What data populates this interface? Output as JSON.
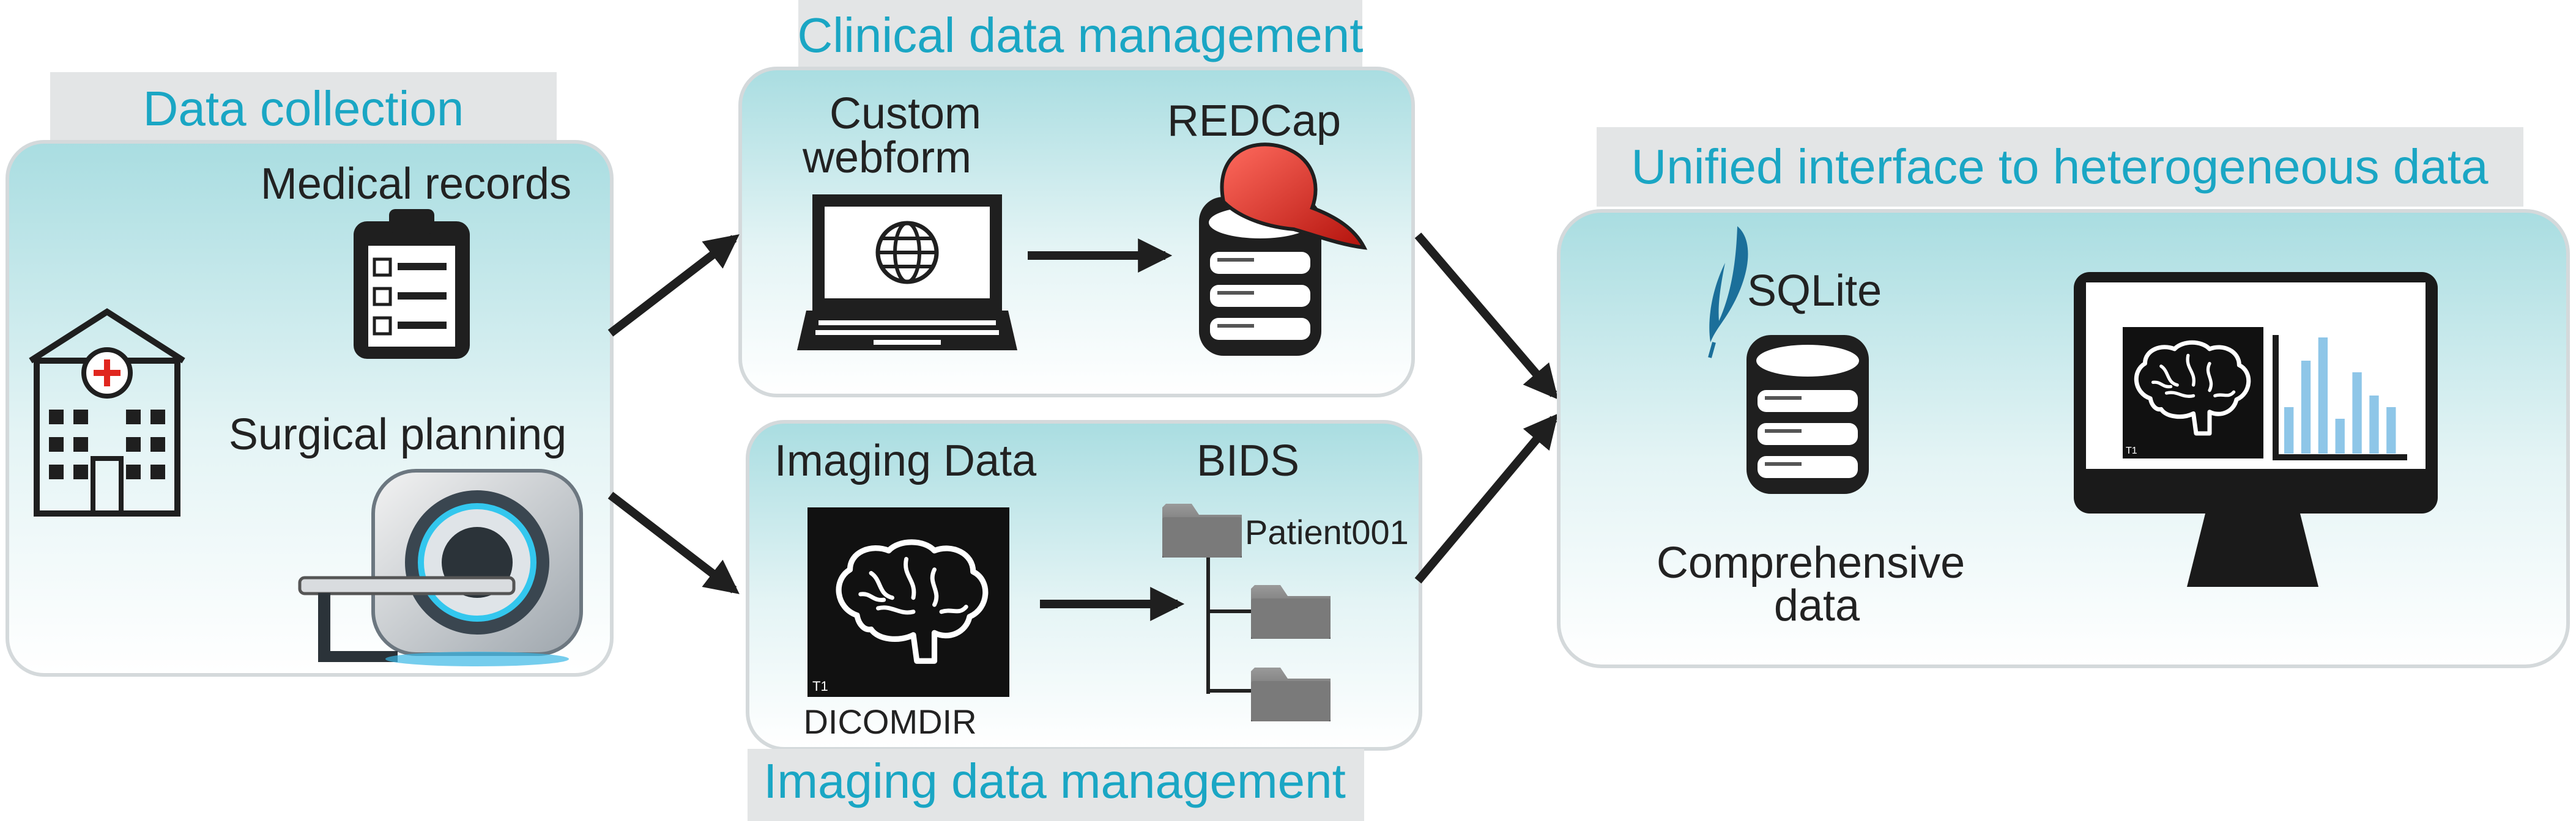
{
  "sections": {
    "collection": {
      "title": "Data collection",
      "medical_records": "Medical records",
      "surgical_planning": "Surgical planning"
    },
    "clinical": {
      "title": "Clinical data management",
      "webform": [
        "Custom",
        "webform"
      ],
      "redcap": "REDCap"
    },
    "imaging": {
      "title": "Imaging data management",
      "imaging_data": "Imaging Data",
      "dicomdir": "DICOMDIR",
      "t1_label": "T1",
      "bids": "BIDS",
      "patient": "Patient001"
    },
    "unified": {
      "title": "Unified interface to heterogeneous data",
      "sqlite": "SQLite",
      "comprehensive": [
        "Comprehensive",
        "data"
      ],
      "monitor_t1": "T1"
    }
  },
  "colors": {
    "accent_text": "#1aa6c4",
    "panel_top": "#a9dde1",
    "panel_bottom": "#ffffff",
    "tab_bg": "#e3e5e6",
    "redcap_hat": "#e0261f",
    "chart_bars": "#8ec6e8"
  },
  "monitor_chart": {
    "type": "bar",
    "values": [
      4,
      8,
      10,
      3,
      7,
      5,
      4
    ],
    "ylim": [
      0,
      10
    ]
  }
}
